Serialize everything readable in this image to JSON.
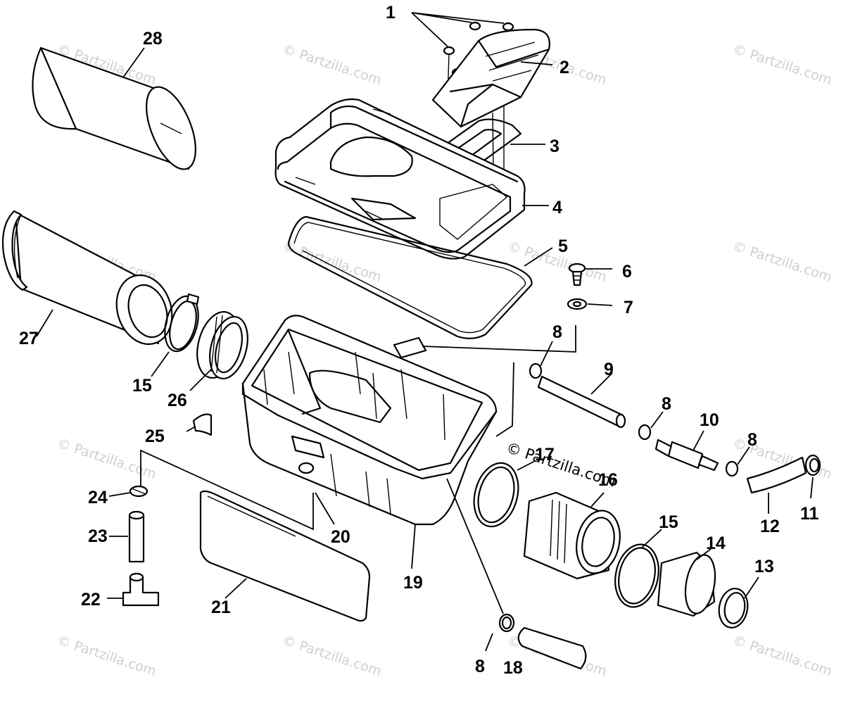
{
  "watermark": {
    "text": "© Partzilla.com",
    "prominent_text": "© Partzilla.com"
  },
  "callouts": [
    {
      "id": "1",
      "label": "1"
    },
    {
      "id": "2",
      "label": "2"
    },
    {
      "id": "3",
      "label": "3"
    },
    {
      "id": "4",
      "label": "4"
    },
    {
      "id": "5",
      "label": "5"
    },
    {
      "id": "6",
      "label": "6"
    },
    {
      "id": "7",
      "label": "7"
    },
    {
      "id": "8a",
      "label": "8"
    },
    {
      "id": "8b",
      "label": "8"
    },
    {
      "id": "8c",
      "label": "8"
    },
    {
      "id": "8d",
      "label": "8"
    },
    {
      "id": "9",
      "label": "9"
    },
    {
      "id": "10",
      "label": "10"
    },
    {
      "id": "11",
      "label": "11"
    },
    {
      "id": "12",
      "label": "12"
    },
    {
      "id": "13",
      "label": "13"
    },
    {
      "id": "14",
      "label": "14"
    },
    {
      "id": "15a",
      "label": "15"
    },
    {
      "id": "15b",
      "label": "15"
    },
    {
      "id": "16",
      "label": "16"
    },
    {
      "id": "17",
      "label": "17"
    },
    {
      "id": "18",
      "label": "18"
    },
    {
      "id": "19",
      "label": "19"
    },
    {
      "id": "20",
      "label": "20"
    },
    {
      "id": "21",
      "label": "21"
    },
    {
      "id": "22",
      "label": "22"
    },
    {
      "id": "23",
      "label": "23"
    },
    {
      "id": "24",
      "label": "24"
    },
    {
      "id": "25",
      "label": "25"
    },
    {
      "id": "26",
      "label": "26"
    },
    {
      "id": "27",
      "label": "27"
    },
    {
      "id": "8e",
      "label": "8"
    },
    {
      "id": "28",
      "label": "28"
    }
  ]
}
